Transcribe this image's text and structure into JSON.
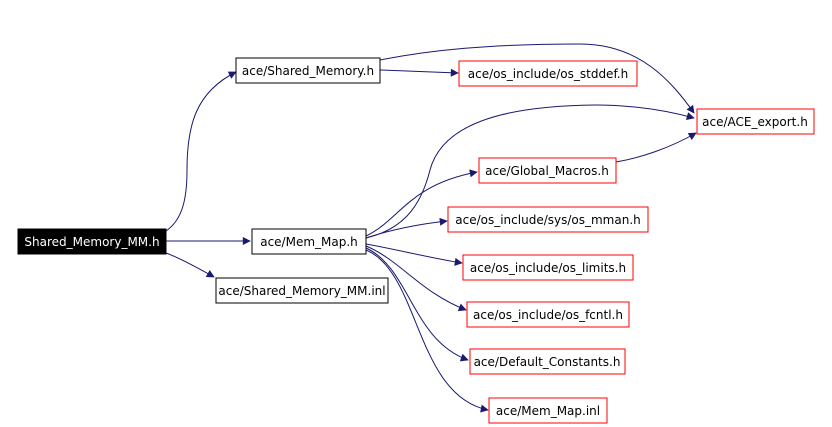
{
  "colors": {
    "edge": "#191970",
    "root_fill": "#000000",
    "root_text": "#ffffff",
    "node_border_black": "#000000",
    "node_border_red": "#ff0000",
    "node_text": "#000000"
  },
  "nodes": {
    "root": "Shared_Memory_MM.h",
    "shared_memory": "ace/Shared_Memory.h",
    "os_stddef": "ace/os_include/os_stddef.h",
    "ace_export": "ace/ACE_export.h",
    "global_macros": "ace/Global_Macros.h",
    "os_mman": "ace/os_include/sys/os_mman.h",
    "mem_map": "ace/Mem_Map.h",
    "os_limits": "ace/os_include/os_limits.h",
    "shared_memory_mm_inl": "ace/Shared_Memory_MM.inl",
    "os_fcntl": "ace/os_include/os_fcntl.h",
    "default_constants": "ace/Default_Constants.h",
    "mem_map_inl": "ace/Mem_Map.inl"
  }
}
